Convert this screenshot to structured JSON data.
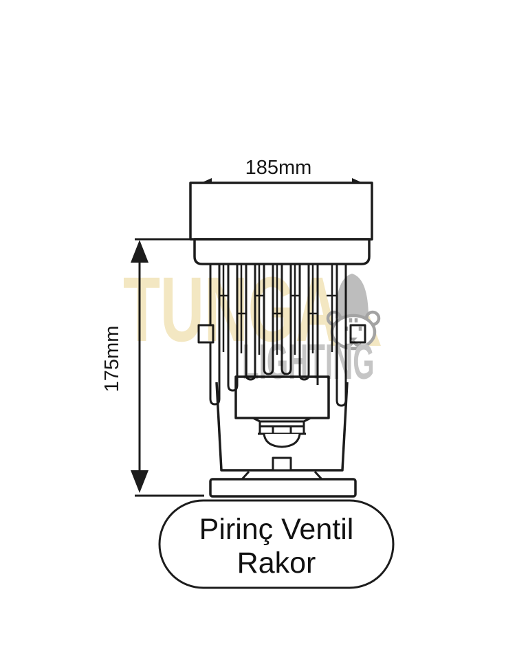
{
  "page": {
    "background_color": "#ffffff",
    "line_color": "#1c1c1c"
  },
  "drawing": {
    "width_dimension_label": "185mm",
    "height_dimension_label": "175mm",
    "callout": {
      "line1": "Pirinç Ventil",
      "line2": "Rakor"
    }
  },
  "watermark": {
    "brand": "TUNGA",
    "word": "LIGHTING",
    "emblem": "tiger-emblem",
    "brand_color": "#f3e7c2",
    "word_color": "#c5c5c5",
    "emblem_color": "#aaaaaa"
  }
}
